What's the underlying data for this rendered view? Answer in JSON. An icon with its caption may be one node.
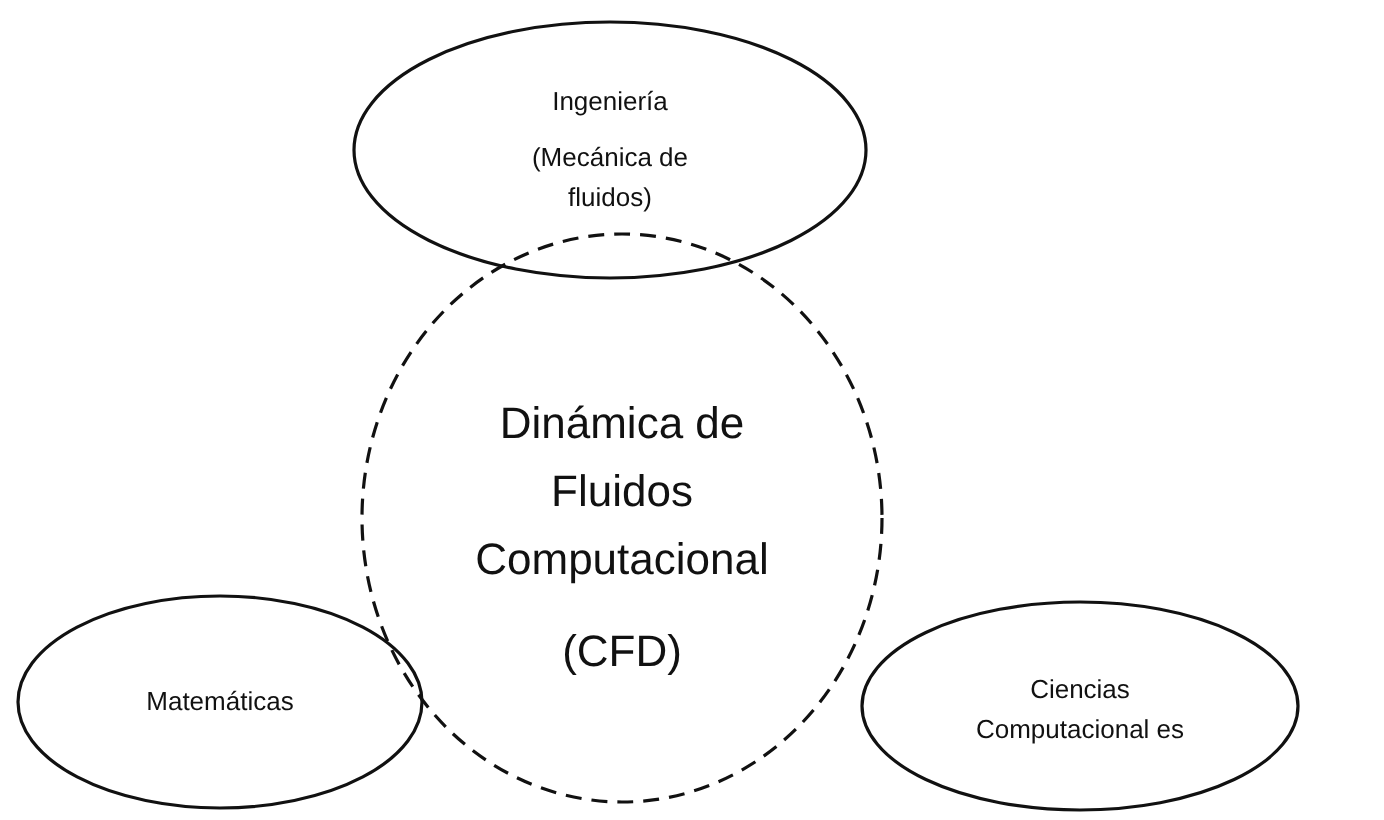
{
  "diagram": {
    "nodes": [
      {
        "text": [
          "Ingeniería",
          "(Mecánica de fluidos)"
        ]
      },
      {
        "text": [
          "Dinámica de Fluidos Computacional",
          "(CFD)"
        ]
      },
      {
        "text": [
          "Matemáticas"
        ]
      },
      {
        "text": [
          "Ciencias Computacional es"
        ]
      }
    ]
  }
}
